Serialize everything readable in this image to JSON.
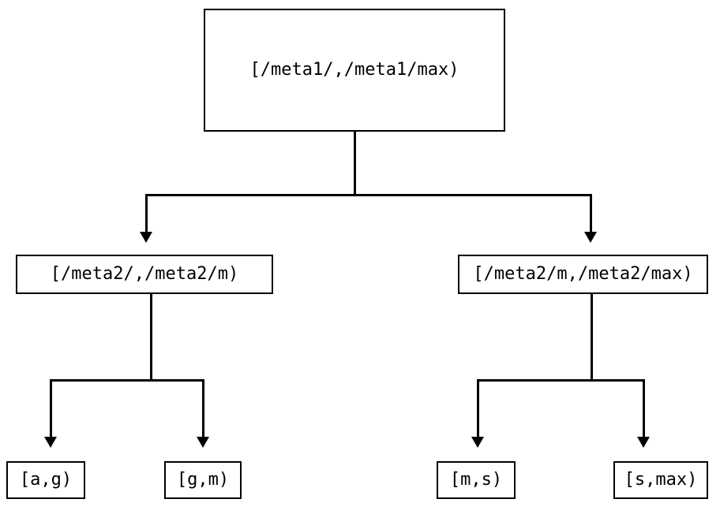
{
  "diagram": {
    "type": "tree",
    "orientation": "top-down",
    "background_color": "#ffffff",
    "line_color": "#000000",
    "text_color": "#000000",
    "nodes": {
      "root": {
        "label": "[/meta1/,/meta1/max)"
      },
      "level2": [
        {
          "label": "[/meta2/,/meta2/m)"
        },
        {
          "label": "[/meta2/m,/meta2/max)"
        }
      ],
      "leaves": [
        {
          "label": "[a,g)"
        },
        {
          "label": "[g,m)"
        },
        {
          "label": "[m,s)"
        },
        {
          "label": "[s,max)"
        }
      ]
    },
    "edges": [
      {
        "from": "root",
        "to": "[/meta2/,/meta2/m)",
        "arrow": "down"
      },
      {
        "from": "root",
        "to": "[/meta2/m,/meta2/max)",
        "arrow": "down"
      },
      {
        "from": "[/meta2/,/meta2/m)",
        "to": "[a,g)",
        "arrow": "down"
      },
      {
        "from": "[/meta2/,/meta2/m)",
        "to": "[g,m)",
        "arrow": "down"
      },
      {
        "from": "[/meta2/m,/meta2/max)",
        "to": "[m,s)",
        "arrow": "down"
      },
      {
        "from": "[/meta2/m,/meta2/max)",
        "to": "[s,max)",
        "arrow": "down"
      }
    ]
  }
}
